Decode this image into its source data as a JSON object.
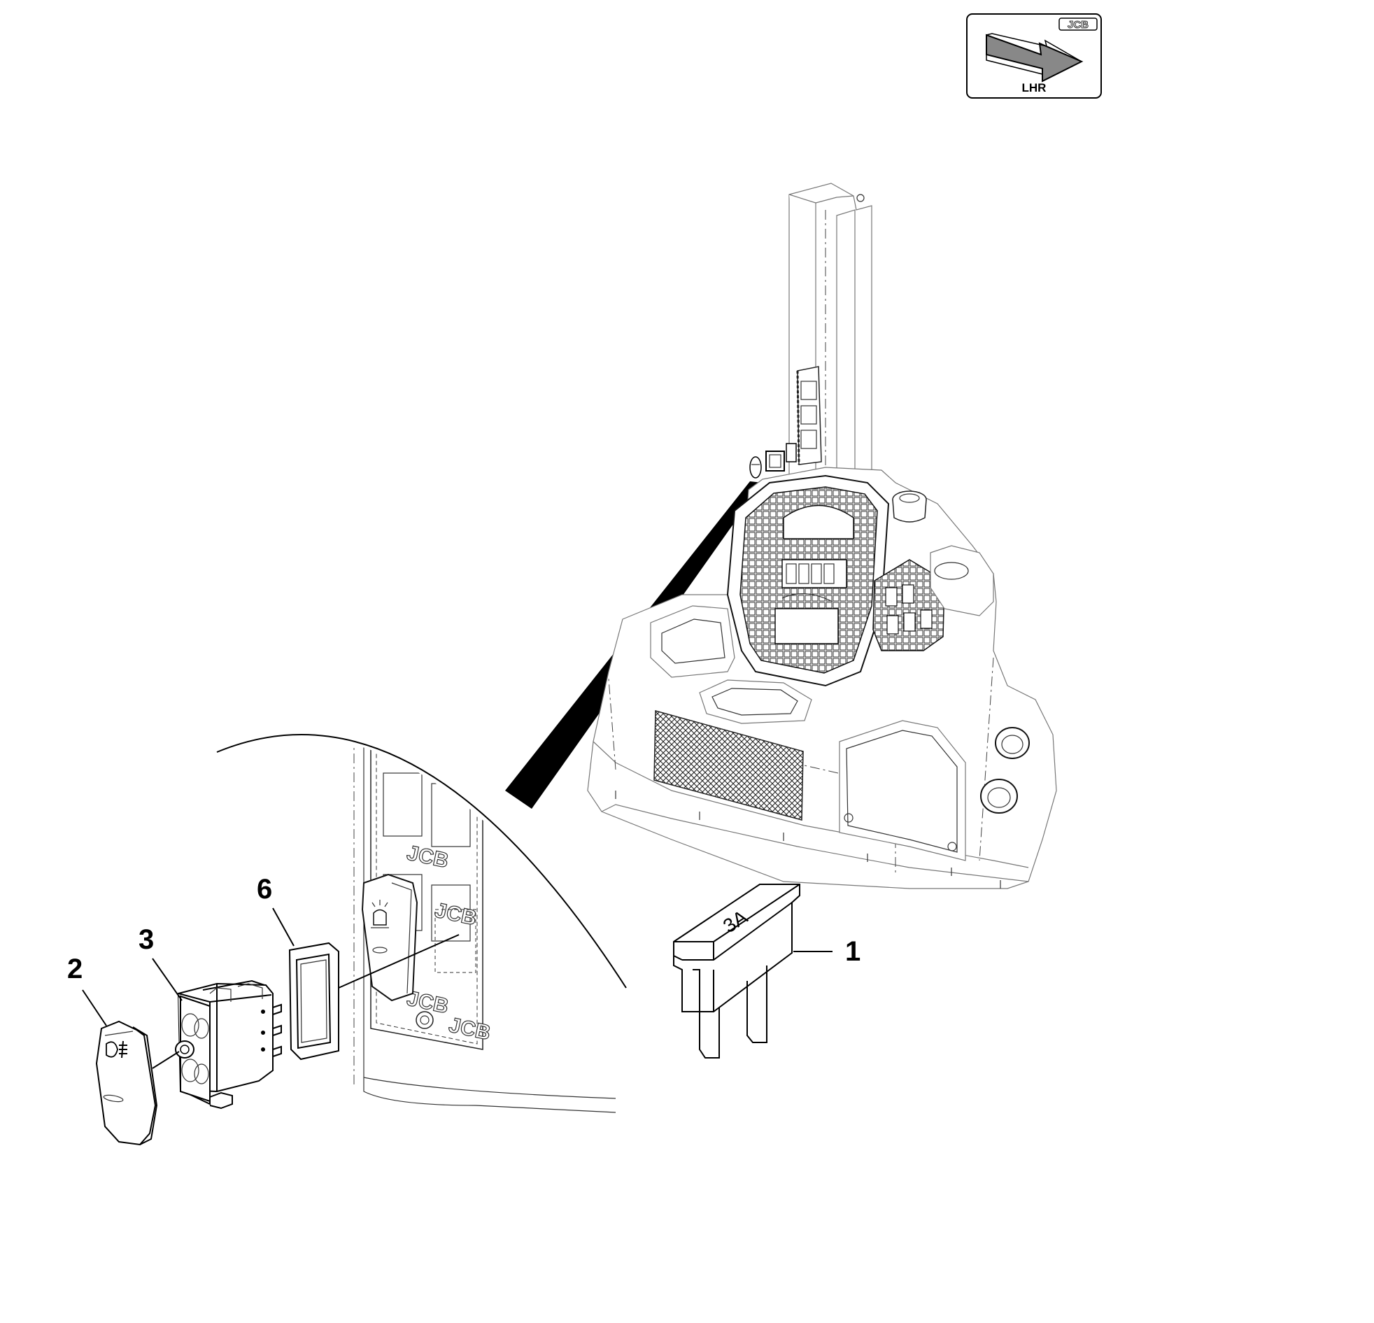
{
  "orientation_badge": {
    "brand": "JCB",
    "label": "LHR",
    "icon": "arrow-icon"
  },
  "callouts": [
    {
      "id": "1",
      "label": "1"
    },
    {
      "id": "2",
      "label": "2"
    },
    {
      "id": "3",
      "label": "3"
    },
    {
      "id": "6",
      "label": "6"
    }
  ],
  "fuse": {
    "rating": "3A"
  },
  "detail": {
    "panel_brand": "JCB"
  }
}
